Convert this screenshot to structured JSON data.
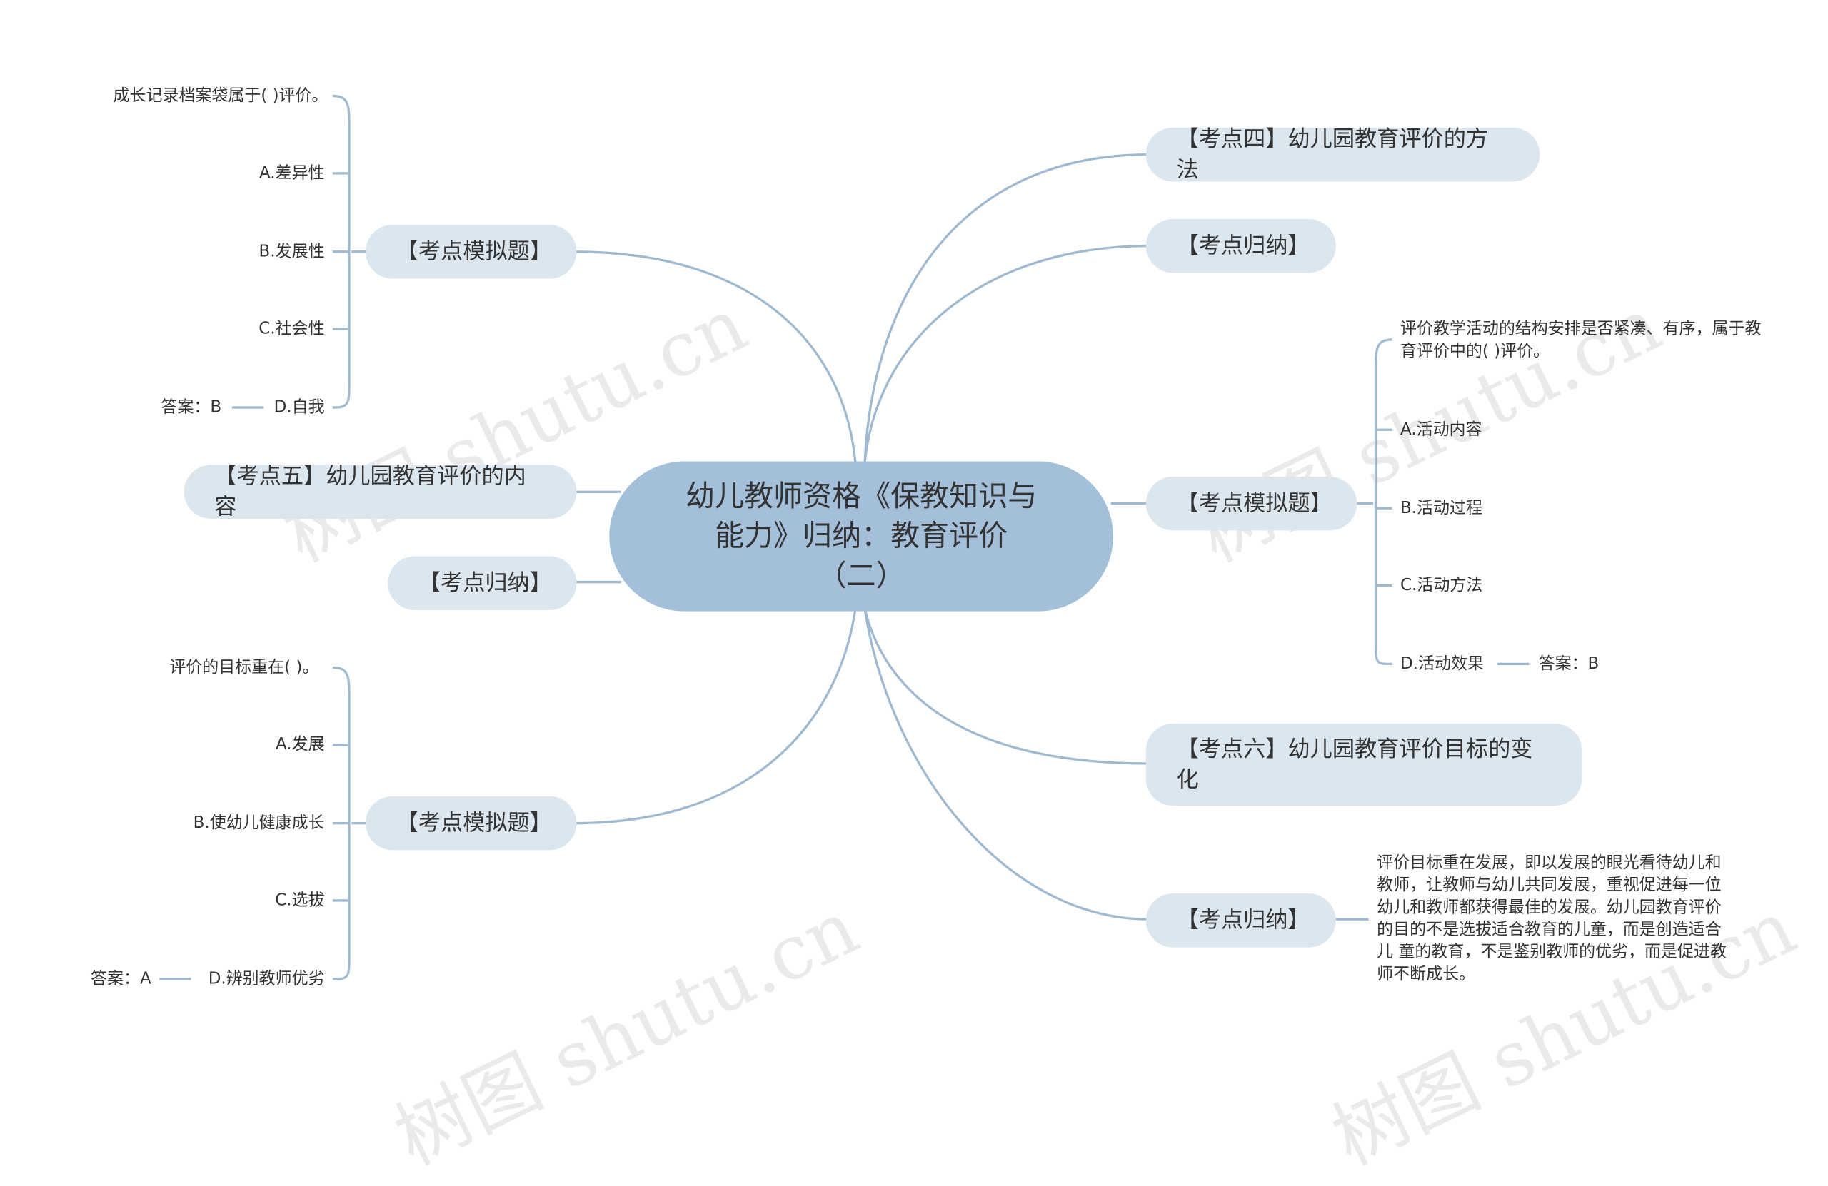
{
  "center": {
    "title": "幼儿教师资格《保教知识与能力》归纳：教育评价（二）"
  },
  "colors": {
    "line": "#9fb9d0",
    "node": "#dce6ee",
    "center": "#a3bfd9"
  },
  "left": {
    "quiz1": {
      "label": "【考点模拟题】",
      "question": "成长记录档案袋属于( )评价。",
      "options": [
        "A.差异性",
        "B.发展性",
        "C.社会性",
        "D.自我"
      ],
      "answer": "答案：B"
    },
    "point5": "【考点五】幼儿园教育评价的内容",
    "summary": "【考点归纳】",
    "quiz2": {
      "label": "【考点模拟题】",
      "question": "评价的目标重在( )。",
      "options": [
        "A.发展",
        "B.使幼儿健康成长",
        "C.选拔",
        "D.辨别教师优劣"
      ],
      "answer": "答案：A"
    }
  },
  "right": {
    "point4": "【考点四】幼儿园教育评价的方法",
    "summary1": "【考点归纳】",
    "quiz": {
      "label": "【考点模拟题】",
      "question": "评价教学活动的结构安排是否紧凑、有序，属于教育评价中的( )评价。",
      "options": [
        "A.活动内容",
        "B.活动过程",
        "C.活动方法",
        "D.活动效果"
      ],
      "answer": "答案：B"
    },
    "point6": "【考点六】幼儿园教育评价目标的变化",
    "summary2": {
      "label": "【考点归纳】",
      "text": "评价目标重在发展，即以发展的眼光看待幼儿和教师，让教师与幼儿共同发展，重视促进每一位 幼儿和教师都获得最佳的发展。幼儿园教育评价的目的不是选拔适合教育的儿童，而是创造适合儿 童的教育，不是鉴别教师的优劣，而是促进教师不断成长。"
    }
  },
  "watermark": "树图 shutu.cn"
}
